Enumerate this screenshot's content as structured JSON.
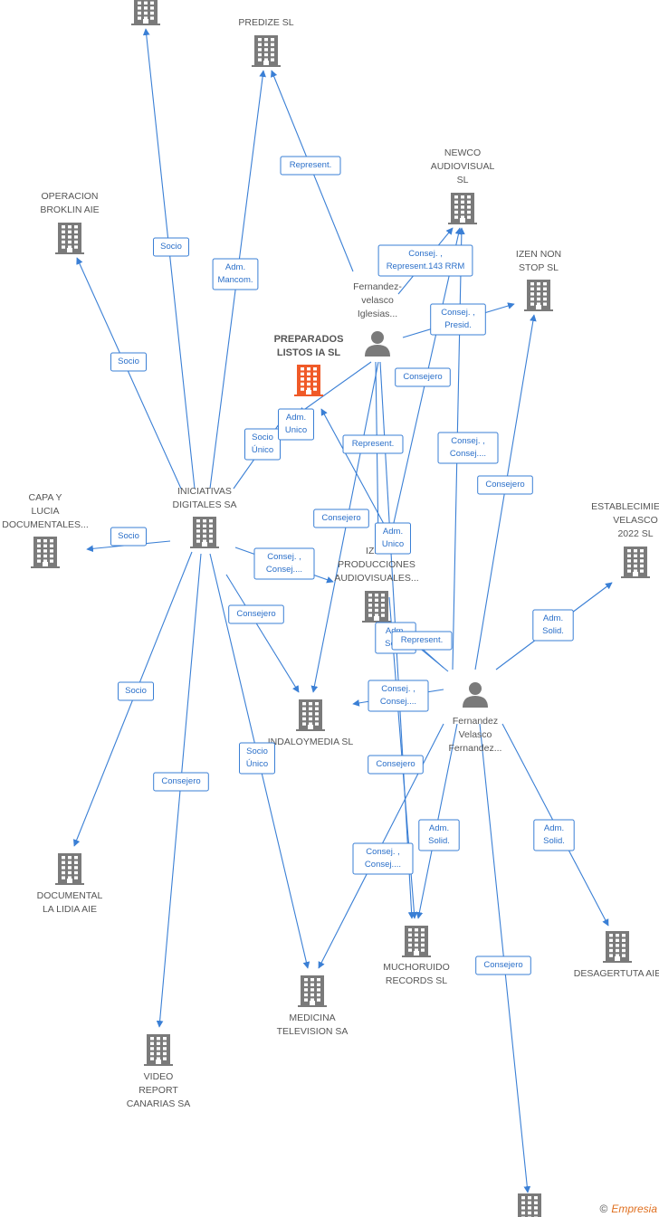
{
  "colors": {
    "edge": "#3a7fd5",
    "building": "#7a7a7a",
    "building_highlight": "#f05a28",
    "person": "#7a7a7a"
  },
  "footer": {
    "copyright": "©",
    "brand": "Empresia"
  },
  "nodes": [
    {
      "id": "top",
      "type": "company",
      "lines": []
    },
    {
      "id": "predize",
      "type": "company",
      "lines": [
        "PREDIZE  SL"
      ]
    },
    {
      "id": "newco",
      "type": "company",
      "lines": [
        "NEWCO",
        "AUDIOVISUAL",
        "SL"
      ]
    },
    {
      "id": "operacion",
      "type": "company",
      "lines": [
        "OPERACION",
        "BROKLIN  AIE"
      ]
    },
    {
      "id": "izennon",
      "type": "company",
      "lines": [
        "IZEN NON",
        "STOP  SL"
      ]
    },
    {
      "id": "fviglesias",
      "type": "person",
      "lines": [
        "Fernandez-",
        "velasco",
        "Iglesias..."
      ]
    },
    {
      "id": "preparados",
      "type": "company",
      "highlight": true,
      "lines": [
        "PREPARADOS",
        "LISTOS IA  SL"
      ]
    },
    {
      "id": "capa",
      "type": "company",
      "lines": [
        "CAPA Y",
        "LUCIA",
        "DOCUMENTALES..."
      ]
    },
    {
      "id": "iniciativas",
      "type": "company",
      "lines": [
        "INICIATIVAS",
        "DIGITALES SA"
      ]
    },
    {
      "id": "establecimiento",
      "type": "company",
      "lines": [
        "ESTABLECIMIENTO",
        "VELASCO",
        "2022  SL"
      ]
    },
    {
      "id": "izen",
      "type": "company",
      "lines": [
        "IZEN",
        "PRODUCCIONES",
        "AUDIOVISUALES..."
      ]
    },
    {
      "id": "indaloy",
      "type": "company",
      "lines": [
        "INDALOYMEDIA SL"
      ]
    },
    {
      "id": "fvfernandez",
      "type": "person",
      "lines": [
        "Fernandez",
        "Velasco",
        "Fernandez..."
      ]
    },
    {
      "id": "documental",
      "type": "company",
      "lines": [
        "DOCUMENTAL",
        "LA LIDIA  AIE"
      ]
    },
    {
      "id": "desagertuta",
      "type": "company",
      "lines": [
        "DESAGERTUTA AIE"
      ]
    },
    {
      "id": "mucho",
      "type": "company",
      "lines": [
        "MUCHORUIDO",
        "RECORDS SL"
      ]
    },
    {
      "id": "medicina",
      "type": "company",
      "lines": [
        "MEDICINA",
        "TELEVISION SA"
      ]
    },
    {
      "id": "video",
      "type": "company",
      "lines": [
        "VIDEO",
        "REPORT",
        "CANARIAS SA"
      ]
    },
    {
      "id": "bottom",
      "type": "company",
      "lines": []
    }
  ],
  "edges": [
    {
      "from": "iniciativas",
      "to": "top",
      "label": [
        "Socio"
      ]
    },
    {
      "from": "iniciativas",
      "to": "predize",
      "label": [
        "Adm.",
        "Mancom."
      ]
    },
    {
      "from": "fviglesias",
      "to": "predize",
      "label": [
        "Represent."
      ]
    },
    {
      "from": "iniciativas",
      "to": "operacion",
      "label": [
        "Socio"
      ]
    },
    {
      "from": "fviglesias",
      "to": "newco",
      "label": [
        "Consej. ,",
        "Represent.143 RRM"
      ]
    },
    {
      "from": "fviglesias",
      "to": "izennon",
      "label": [
        "Consej. ,",
        "Presid."
      ]
    },
    {
      "from": "fviglesias",
      "to": "newco",
      "label": [
        "Consejero"
      ],
      "via": "b"
    },
    {
      "from": "iniciativas",
      "to": "preparados",
      "label": [
        "Socio",
        "Único"
      ]
    },
    {
      "from": "fviglesias",
      "to": "preparados",
      "label": [
        "Adm.",
        "Unico"
      ]
    },
    {
      "from": "fviglesias",
      "to": "izen",
      "label": [
        "Represent."
      ]
    },
    {
      "from": "fviglesias",
      "to": "indaloy",
      "label": [
        "Consejero"
      ]
    },
    {
      "from": "izen",
      "to": "preparados",
      "label": [
        "Adm.",
        "Unico"
      ]
    },
    {
      "from": "fvfernandez",
      "to": "newco",
      "label": [
        "Consej. ,",
        "Consej...."
      ]
    },
    {
      "from": "fvfernandez",
      "to": "izennon",
      "label": [
        "Consejero"
      ]
    },
    {
      "from": "iniciativas",
      "to": "capa",
      "label": [
        "Socio"
      ]
    },
    {
      "from": "iniciativas",
      "to": "izen",
      "label": [
        "Consej. ,",
        "Consej...."
      ]
    },
    {
      "from": "iniciativas",
      "to": "indaloy",
      "label": [
        "Consejero"
      ]
    },
    {
      "from": "fvfernandez",
      "to": "establecimiento",
      "label": [
        "Adm.",
        "Solid."
      ]
    },
    {
      "from": "fvfernandez",
      "to": "izen",
      "label": [
        "Adm.",
        "Solid."
      ]
    },
    {
      "from": "fvfernandez",
      "to": "izen",
      "label": [
        "Represent."
      ],
      "via": "b"
    },
    {
      "from": "fvfernandez",
      "to": "indaloy",
      "label": [
        "Consej. ,",
        "Consej...."
      ]
    },
    {
      "from": "iniciativas",
      "to": "documental",
      "label": [
        "Socio"
      ]
    },
    {
      "from": "iniciativas",
      "to": "video",
      "label": [
        "Consejero"
      ]
    },
    {
      "from": "iniciativas",
      "to": "medicina",
      "label": [
        "Socio",
        "Único"
      ]
    },
    {
      "from": "fvfernandez",
      "to": "mucho",
      "label": [
        "Consejero"
      ]
    },
    {
      "from": "fvfernandez",
      "to": "medicina",
      "label": [
        "Consej. ,",
        "Consej...."
      ]
    },
    {
      "from": "fvfernandez",
      "to": "mucho",
      "label": [
        "Adm.",
        "Solid."
      ],
      "via": "b"
    },
    {
      "from": "fvfernandez",
      "to": "desagertuta",
      "label": [
        "Adm.",
        "Solid."
      ]
    },
    {
      "from": "fvfernandez",
      "to": "bottom",
      "label": [
        "Consejero"
      ]
    },
    {
      "from": "fviglesias",
      "to": "mucho",
      "label": []
    }
  ]
}
